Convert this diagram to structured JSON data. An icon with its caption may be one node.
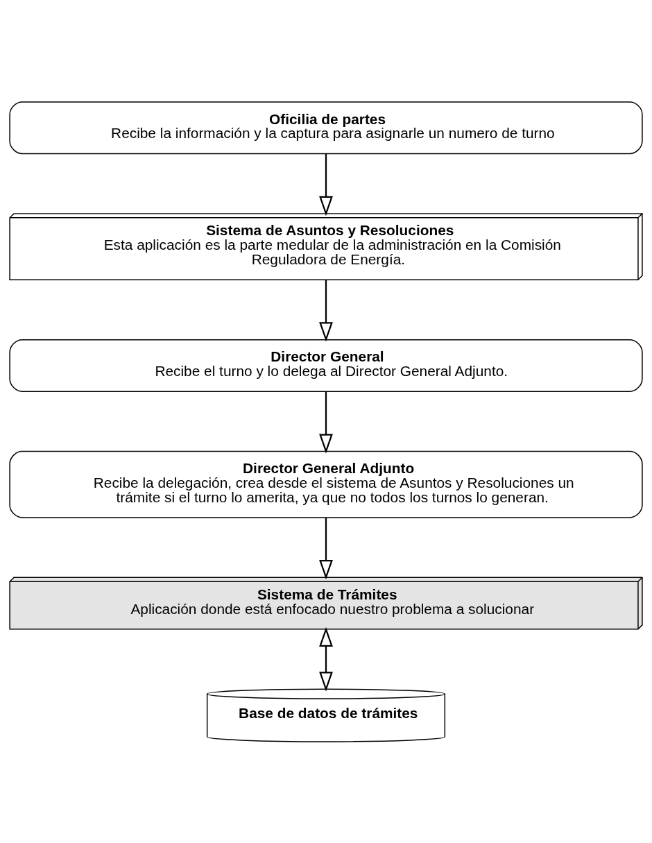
{
  "diagram": {
    "nodes": [
      {
        "text": [
          "Oficilia de partes",
          "Recibe la información y la captura para asignarle un numero de turno"
        ]
      },
      {
        "text": [
          "Sistema de Asuntos y Resoluciones",
          "Esta aplicación es la parte medular de la administración en la Comisión Reguladora de Energía."
        ]
      },
      {
        "text": [
          "Director General",
          "Recibe el turno y lo delega al Director General Adjunto."
        ]
      },
      {
        "text": [
          "Director General Adjunto",
          "Recibe la delegación, crea desde el sistema de Asuntos y Resoluciones un trámite si el turno lo amerita, ya que no todos los turnos lo generan."
        ]
      },
      {
        "text": [
          "Sistema de Trámites",
          "Aplicación donde está enfocado nuestro problema a solucionar"
        ]
      },
      {
        "text": [
          "Base de datos de trámites"
        ]
      }
    ],
    "edges": [
      {
        "from": 0,
        "to": 1,
        "arrow": "to"
      },
      {
        "from": 1,
        "to": 2,
        "arrow": "to"
      },
      {
        "from": 2,
        "to": 3,
        "arrow": "to"
      },
      {
        "from": 3,
        "to": 4,
        "arrow": "to"
      },
      {
        "from": 4,
        "to": 5,
        "arrow": "both"
      }
    ]
  }
}
